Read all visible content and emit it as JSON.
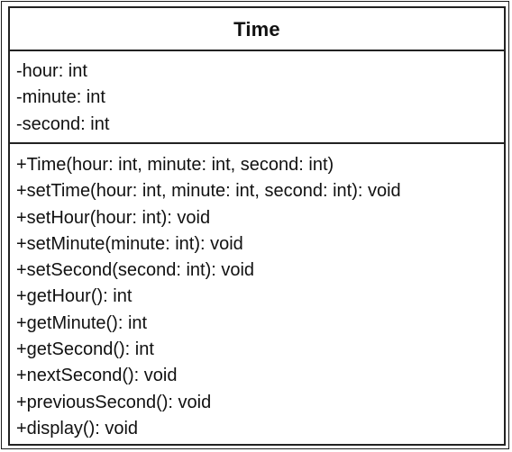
{
  "class_name": "Time",
  "attributes": [
    "-hour: int",
    "-minute: int",
    "-second: int"
  ],
  "methods": [
    "+Time(hour: int, minute: int, second: int)",
    "+setTime(hour: int, minute: int, second: int): void",
    "+setHour(hour: int): void",
    "+setMinute(minute: int): void",
    "+setSecond(second: int): void",
    "+getHour(): int",
    "+getMinute(): int",
    "+getSecond(): int",
    "+nextSecond(): void",
    "+previousSecond(): void",
    "+display(): void"
  ]
}
